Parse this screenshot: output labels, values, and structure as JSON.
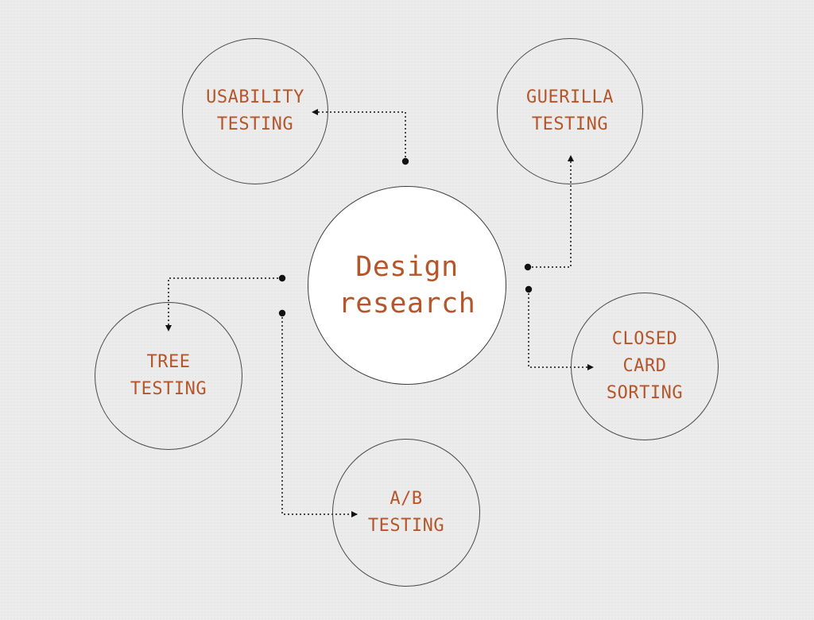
{
  "center": {
    "label": "Design\nresearch"
  },
  "nodes": {
    "usability": "USABILITY\nTESTING",
    "guerilla": "GUERILLA\nTESTING",
    "tree": "TREE\nTESTING",
    "closed_card": "CLOSED\nCARD\nSORTING",
    "ab": "A/B\nTESTING"
  },
  "colors": {
    "label": "#b5552a",
    "outline": "#4a4a4a",
    "background": "#ececec",
    "center_fill": "#ffffff"
  }
}
